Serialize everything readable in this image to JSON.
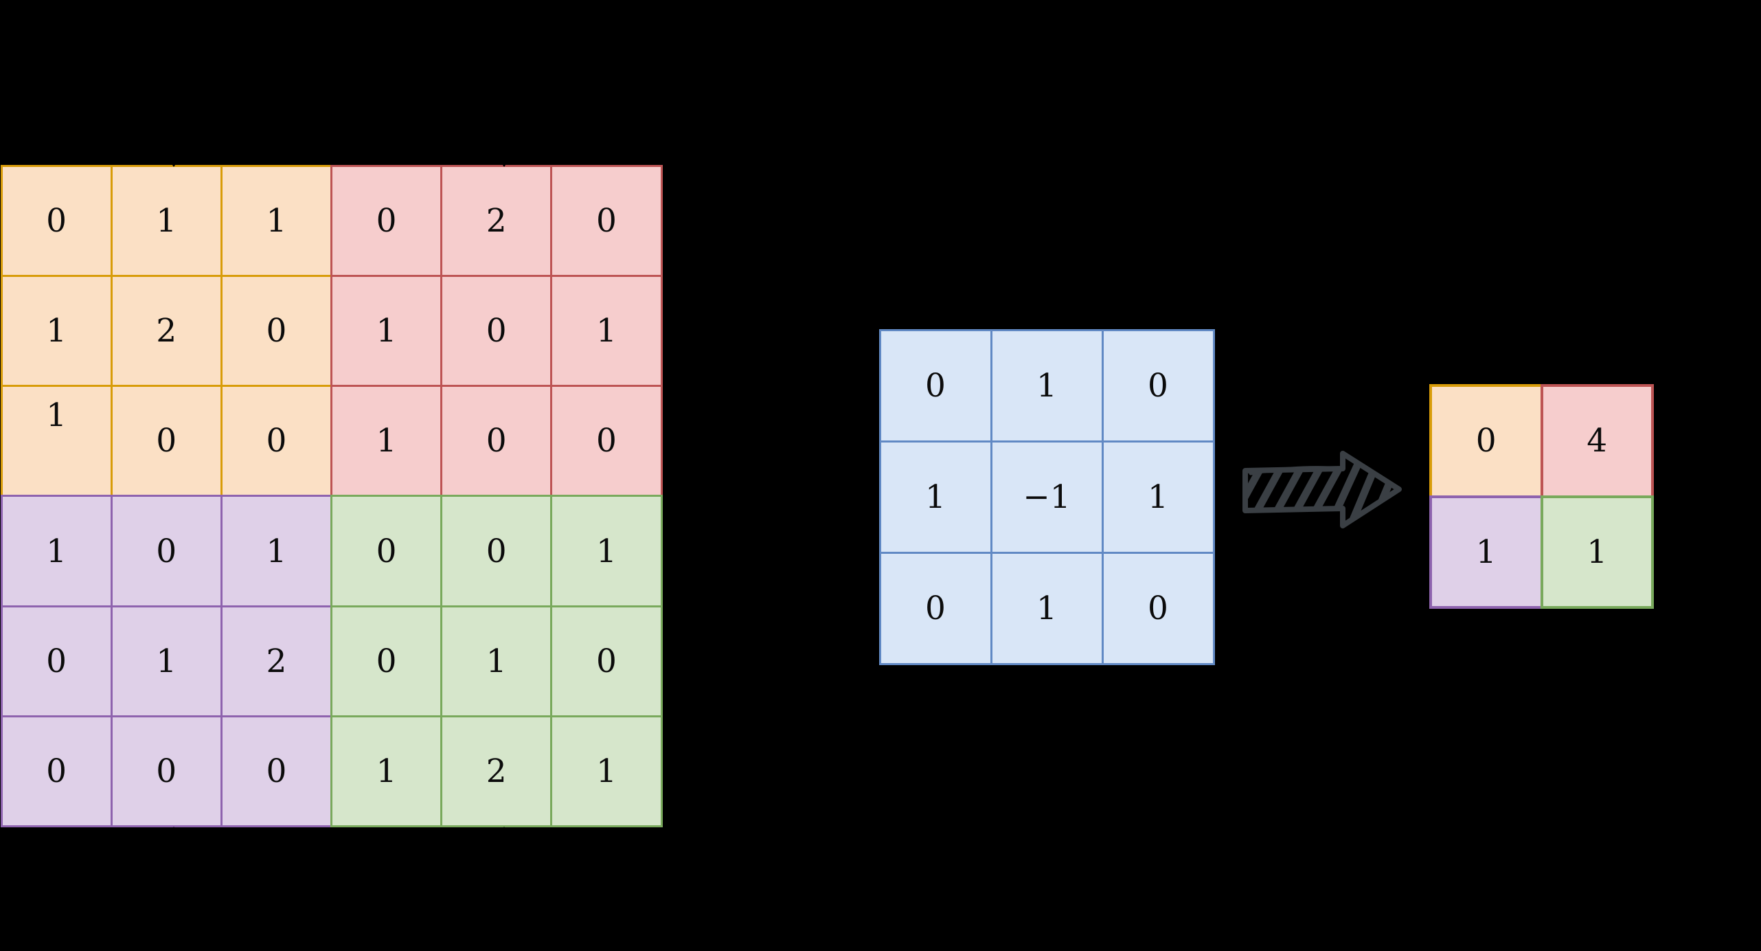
{
  "diagram": {
    "title": "convolution-illustration",
    "colors": {
      "orange_fill": "#FBE0C5",
      "orange_border": "#D89C09",
      "red_fill": "#F6CDCD",
      "red_border": "#BD5454",
      "purple_fill": "#DFD0E8",
      "purple_border": "#8E63AE",
      "green_fill": "#D6E6CB",
      "green_border": "#79A95C",
      "blue_fill": "#D9E6F7",
      "blue_border": "#6189C4",
      "background": "#000000",
      "arrow": "#3A3F44"
    }
  },
  "input_matrix": {
    "name": "input-feature-map",
    "rows": 6,
    "cols": 6,
    "values": [
      [
        "0",
        "1",
        "1",
        "0",
        "2",
        "0"
      ],
      [
        "1",
        "2",
        "0",
        "1",
        "0",
        "1"
      ],
      [
        "1",
        "0",
        "0",
        "1",
        "0",
        "0"
      ],
      [
        "1",
        "0",
        "1",
        "0",
        "0",
        "1"
      ],
      [
        "0",
        "1",
        "2",
        "0",
        "1",
        "0"
      ],
      [
        "0",
        "0",
        "0",
        "1",
        "2",
        "1"
      ]
    ],
    "quadrants": [
      [
        "q-orange",
        "q-orange",
        "q-orange",
        "q-red",
        "q-red",
        "q-red"
      ],
      [
        "q-orange",
        "q-orange",
        "q-orange",
        "q-red",
        "q-red",
        "q-red"
      ],
      [
        "q-orange",
        "q-orange",
        "q-orange",
        "q-red",
        "q-red",
        "q-red"
      ],
      [
        "q-purple",
        "q-purple",
        "q-purple",
        "q-green",
        "q-green",
        "q-green"
      ],
      [
        "q-purple",
        "q-purple",
        "q-purple",
        "q-green",
        "q-green",
        "q-green"
      ],
      [
        "q-purple",
        "q-purple",
        "q-purple",
        "q-green",
        "q-green",
        "q-green"
      ]
    ]
  },
  "kernel_matrix": {
    "name": "convolution-kernel",
    "rows": 3,
    "cols": 3,
    "values": [
      [
        "0",
        "1",
        "0"
      ],
      [
        "1",
        "−1",
        "1"
      ],
      [
        "0",
        "1",
        "0"
      ]
    ]
  },
  "output_matrix": {
    "name": "output-feature-map",
    "rows": 2,
    "cols": 2,
    "values": [
      [
        "0",
        "4"
      ],
      [
        "1",
        "1"
      ]
    ],
    "quadrants": [
      [
        "q-orange",
        "q-red"
      ],
      [
        "q-purple",
        "q-green"
      ]
    ]
  },
  "arrow": {
    "name": "sketch-arrow-right",
    "direction": "right",
    "style": "hand-drawn-hatched"
  }
}
